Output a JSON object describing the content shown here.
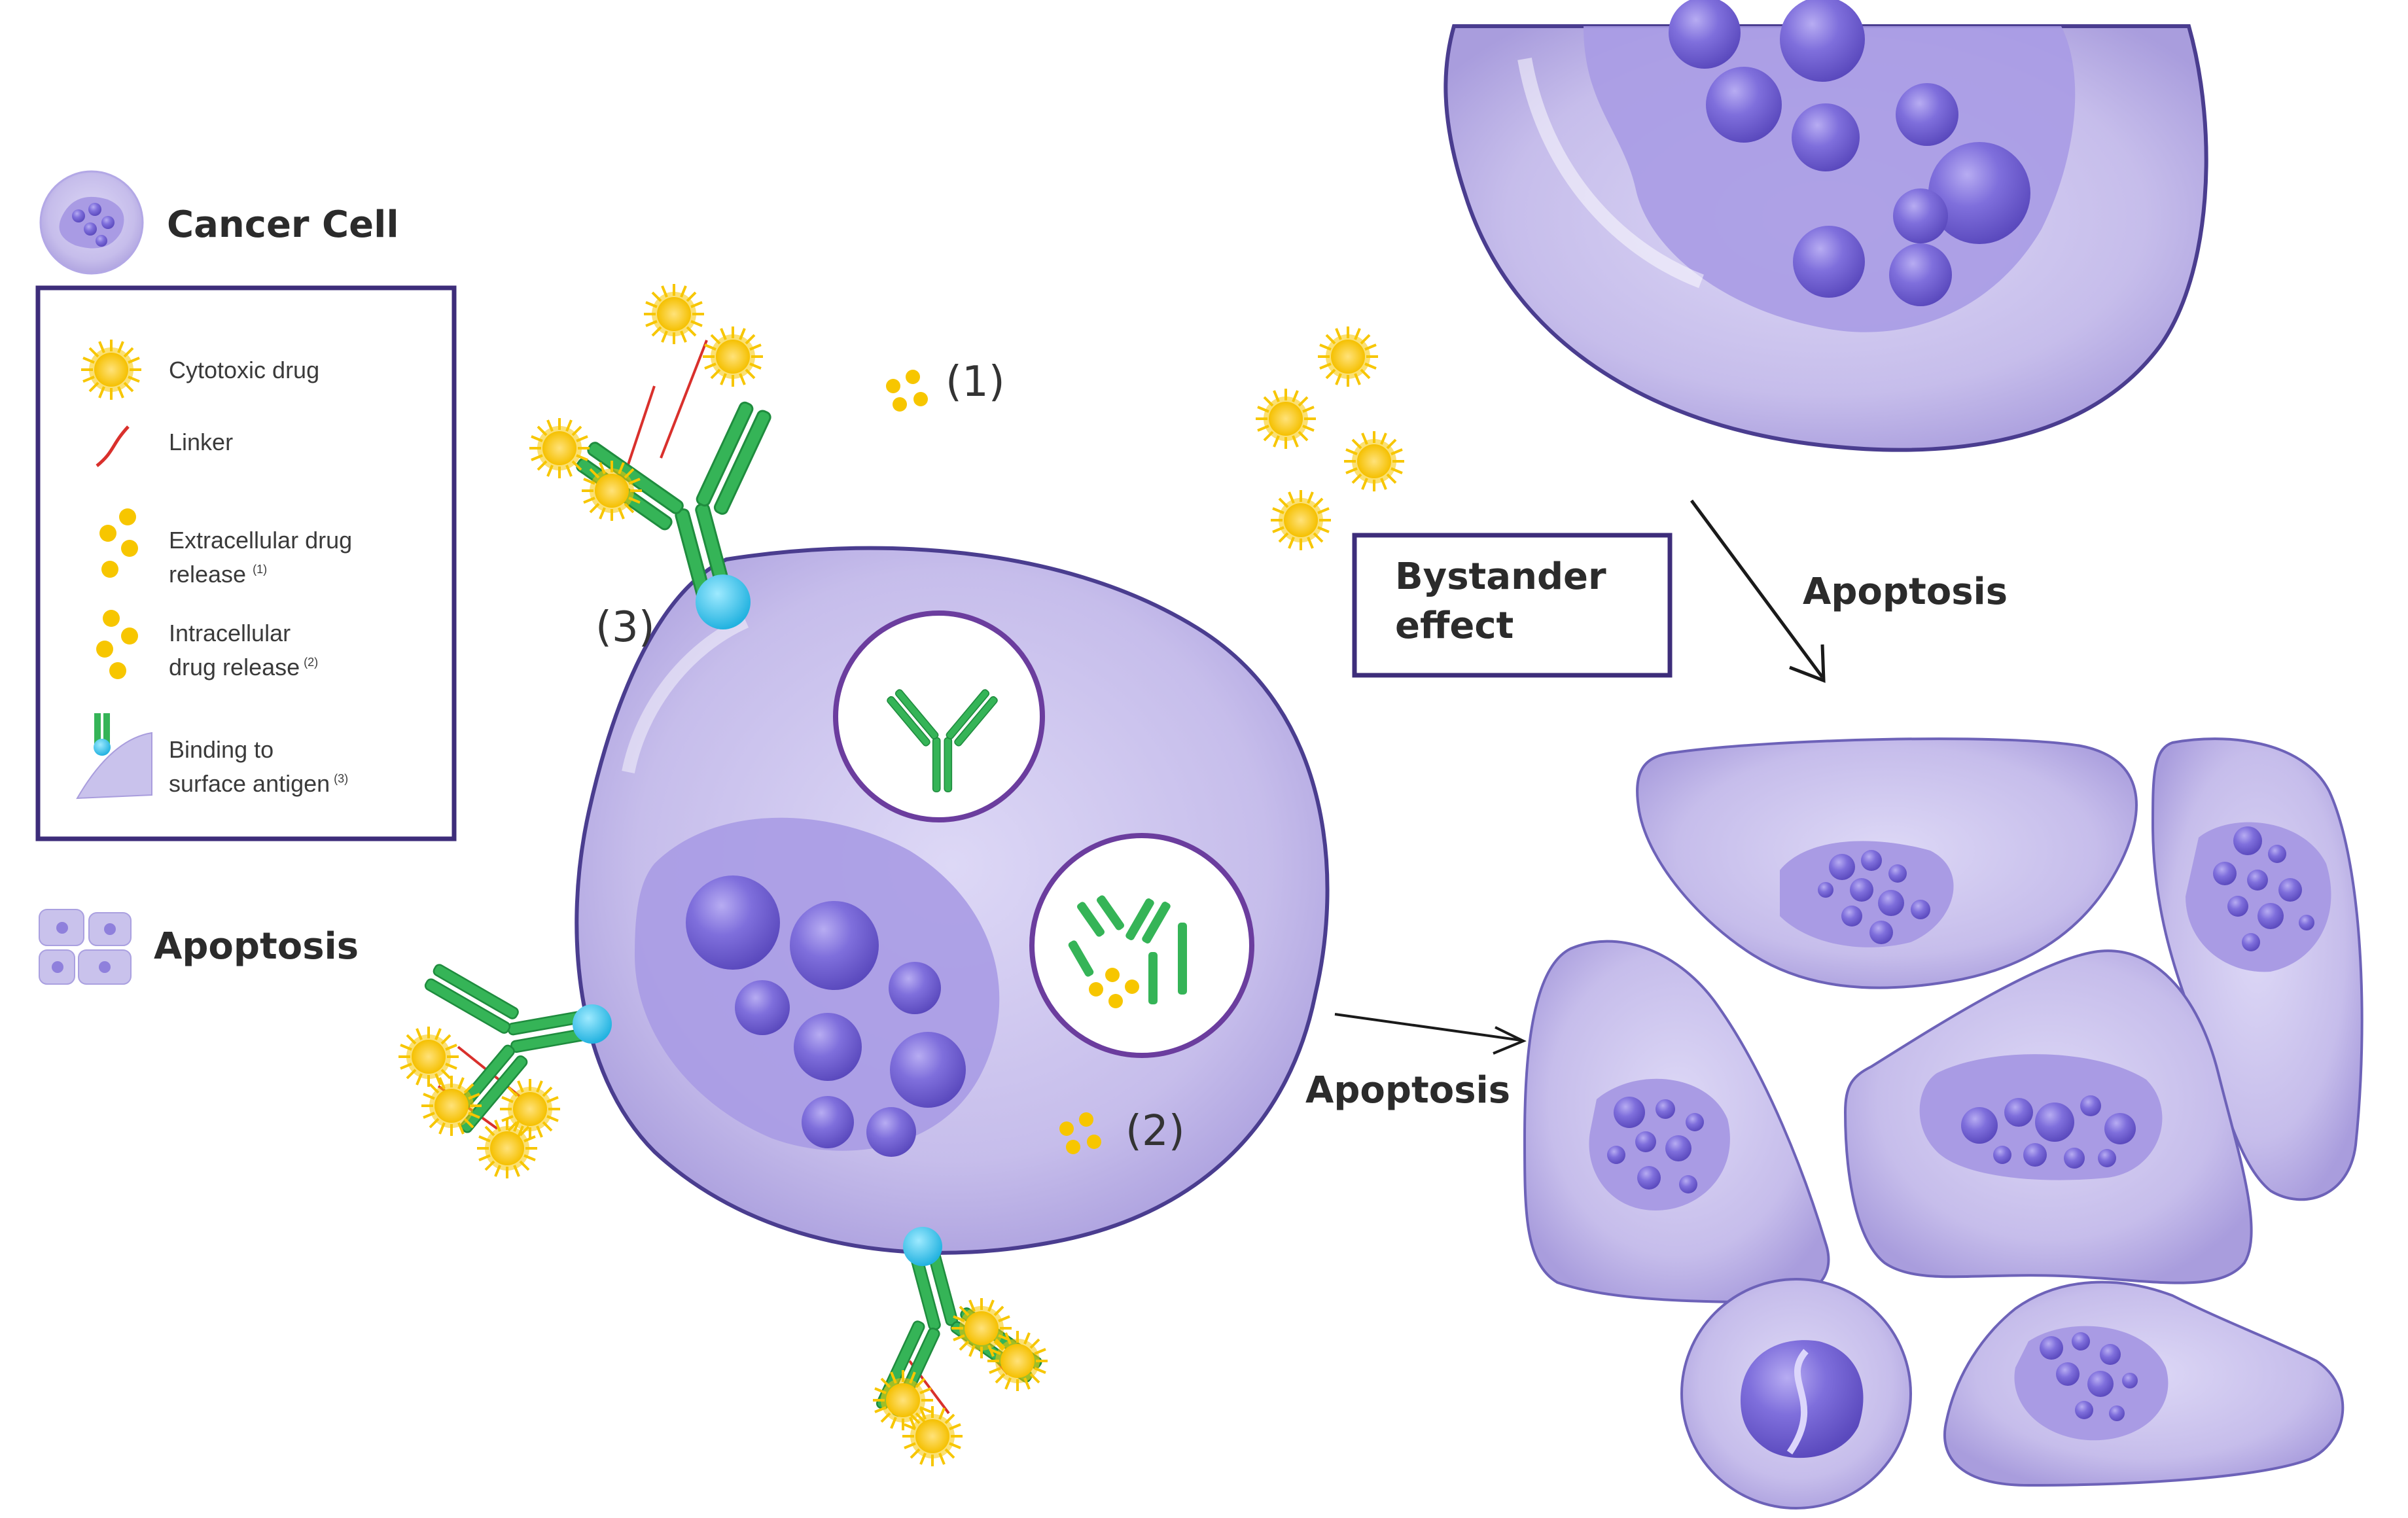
{
  "legend": {
    "cancer_cell_label": "Cancer Cell",
    "apoptosis_label": "Apoptosis",
    "items": [
      {
        "icon": "cytotoxic-drug-icon",
        "label": "Cytotoxic drug"
      },
      {
        "icon": "linker-icon",
        "label": "Linker"
      },
      {
        "icon": "extracellular-release-icon",
        "label_line1": "Extracellular drug",
        "label_line2": "release",
        "sup": "(1)"
      },
      {
        "icon": "intracellular-release-icon",
        "label_line1": "Intracellular",
        "label_line2": "drug release",
        "sup": "(2)"
      },
      {
        "icon": "binding-antigen-icon",
        "label_line1": "Binding to",
        "label_line2": "surface antigen",
        "sup": "(3)"
      }
    ]
  },
  "markers": {
    "one": "(1)",
    "two": "(2)",
    "three": "(3)"
  },
  "bystander": {
    "line1": "Bystander",
    "line2": "effect"
  },
  "arrows": {
    "apoptosis_top": "Apoptosis",
    "apoptosis_middle": "Apoptosis"
  },
  "colors": {
    "cell_fill": "#c9c2ec",
    "cell_outline": "#4a3d8f",
    "nucleus": "#7a6ad6",
    "antibody": "#2fa84f",
    "drug": "#f7c600",
    "linker": "#d9302c",
    "antigen": "#3cc3ea",
    "frame": "#3d2d7a"
  }
}
